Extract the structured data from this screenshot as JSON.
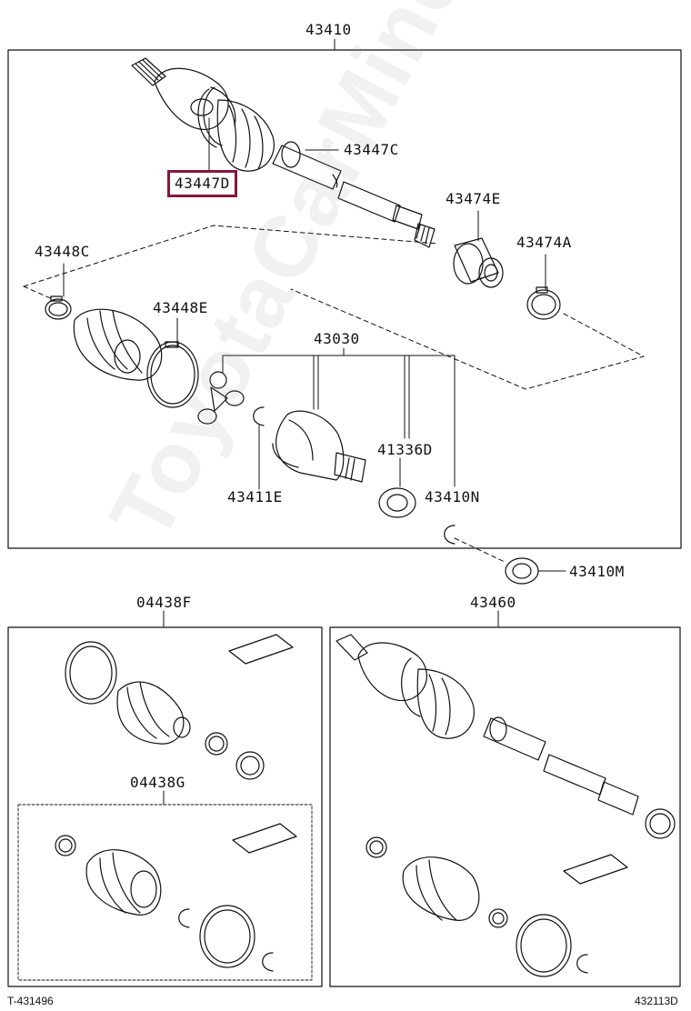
{
  "colors": {
    "highlight": "#8a1538",
    "line": "#111111"
  },
  "labels": {
    "main_assembly": "43410",
    "clamp_c": "43447C",
    "clamp_d": "43447D",
    "damper": "43474E",
    "damper_clamp": "43474A",
    "inner_clamp_c": "43448C",
    "inner_boot_e": "43448E",
    "outer_joint": "43030",
    "oil_seal": "41336D",
    "ring_e": "43411E",
    "ring_n": "43410N",
    "ring_m": "43410M",
    "boot_kit_f": "04438F",
    "boot_kit_g": "04438G",
    "assembly_b": "43460",
    "footer_left": "T-431496",
    "footer_right": "432113D"
  },
  "watermark": "ToyotaCarMine.ru"
}
